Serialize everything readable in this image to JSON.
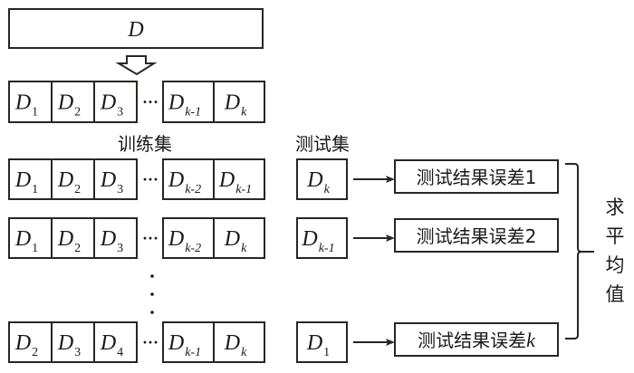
{
  "dataset": {
    "label": "D"
  },
  "split_row": {
    "left": [
      {
        "base": "D",
        "sub": "1"
      },
      {
        "base": "D",
        "sub": "2"
      },
      {
        "base": "D",
        "sub": "3"
      }
    ],
    "right": [
      {
        "base": "D",
        "sub": "k-1"
      },
      {
        "base": "D",
        "sub": "k"
      }
    ],
    "ellipsis": "···"
  },
  "headers": {
    "train": "训练集",
    "test": "测试集"
  },
  "folds": [
    {
      "train_left": [
        {
          "base": "D",
          "sub": "1"
        },
        {
          "base": "D",
          "sub": "2"
        },
        {
          "base": "D",
          "sub": "3"
        }
      ],
      "train_right": [
        {
          "base": "D",
          "sub": "k-2"
        },
        {
          "base": "D",
          "sub": "k-1"
        }
      ],
      "test": {
        "base": "D",
        "sub": "k"
      },
      "result": "测试结果误差1"
    },
    {
      "train_left": [
        {
          "base": "D",
          "sub": "1"
        },
        {
          "base": "D",
          "sub": "2"
        },
        {
          "base": "D",
          "sub": "3"
        }
      ],
      "train_right": [
        {
          "base": "D",
          "sub": "k-2"
        },
        {
          "base": "D",
          "sub": "k"
        }
      ],
      "test": {
        "base": "D",
        "sub": "k-1"
      },
      "result": "测试结果误差2"
    },
    {
      "train_left": [
        {
          "base": "D",
          "sub": "2"
        },
        {
          "base": "D",
          "sub": "3"
        },
        {
          "base": "D",
          "sub": "4"
        }
      ],
      "train_right": [
        {
          "base": "D",
          "sub": "k-1"
        },
        {
          "base": "D",
          "sub": "k"
        }
      ],
      "test": {
        "base": "D",
        "sub": "1"
      },
      "result_prefix": "测试结果误差",
      "result_suffix": "k"
    }
  ],
  "ellipsis": "···",
  "vertical_ellipsis": "·",
  "aggregate": {
    "chars": [
      "求",
      "平",
      "均",
      "值"
    ]
  }
}
